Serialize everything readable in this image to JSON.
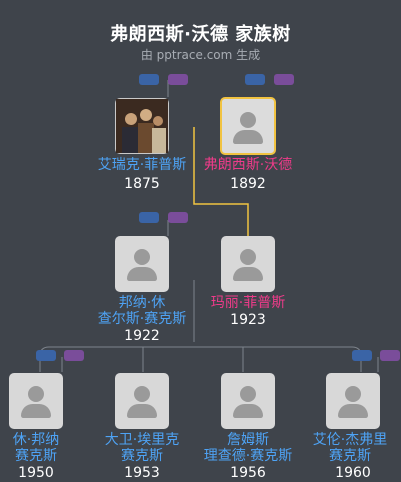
{
  "header": {
    "title": "弗朗西斯·沃德 家族树",
    "subtitle": "由 pptrace.com 生成"
  },
  "colors": {
    "background": "#3f444b",
    "male_name": "#4ea3f5",
    "female_name": "#ef3b8a",
    "selected_border": "#f1c341",
    "tag_blue": "#3a64a6",
    "tag_purple": "#7a4d9a"
  },
  "people": {
    "p1": {
      "name_lines": [
        "艾瑞克·菲普斯"
      ],
      "year": "1875",
      "gender": "male",
      "icon": "photo"
    },
    "p2": {
      "name_lines": [
        "弗朗西斯·沃德"
      ],
      "year": "1892",
      "gender": "female",
      "icon": "person-placeholder-icon"
    },
    "p3": {
      "name_lines": [
        "邦纳·休",
        "查尔斯·赛克斯"
      ],
      "year": "1922",
      "gender": "male",
      "icon": "person-placeholder-icon"
    },
    "p4": {
      "name_lines": [
        "玛丽·菲普斯"
      ],
      "year": "1923",
      "gender": "female",
      "icon": "person-placeholder-icon"
    },
    "c1": {
      "name_lines": [
        "休·邦纳",
        "赛克斯"
      ],
      "year": "1950",
      "gender": "male",
      "icon": "person-placeholder-icon"
    },
    "c2": {
      "name_lines": [
        "大卫·埃里克",
        "赛克斯"
      ],
      "year": "1953",
      "gender": "male",
      "icon": "person-placeholder-icon"
    },
    "c3": {
      "name_lines": [
        "詹姆斯",
        "理查德·赛克斯"
      ],
      "year": "1956",
      "gender": "male",
      "icon": "person-placeholder-icon"
    },
    "c4": {
      "name_lines": [
        "艾伦·杰弗里",
        "赛克斯"
      ],
      "year": "1960",
      "gender": "male",
      "icon": "person-placeholder-icon"
    }
  }
}
